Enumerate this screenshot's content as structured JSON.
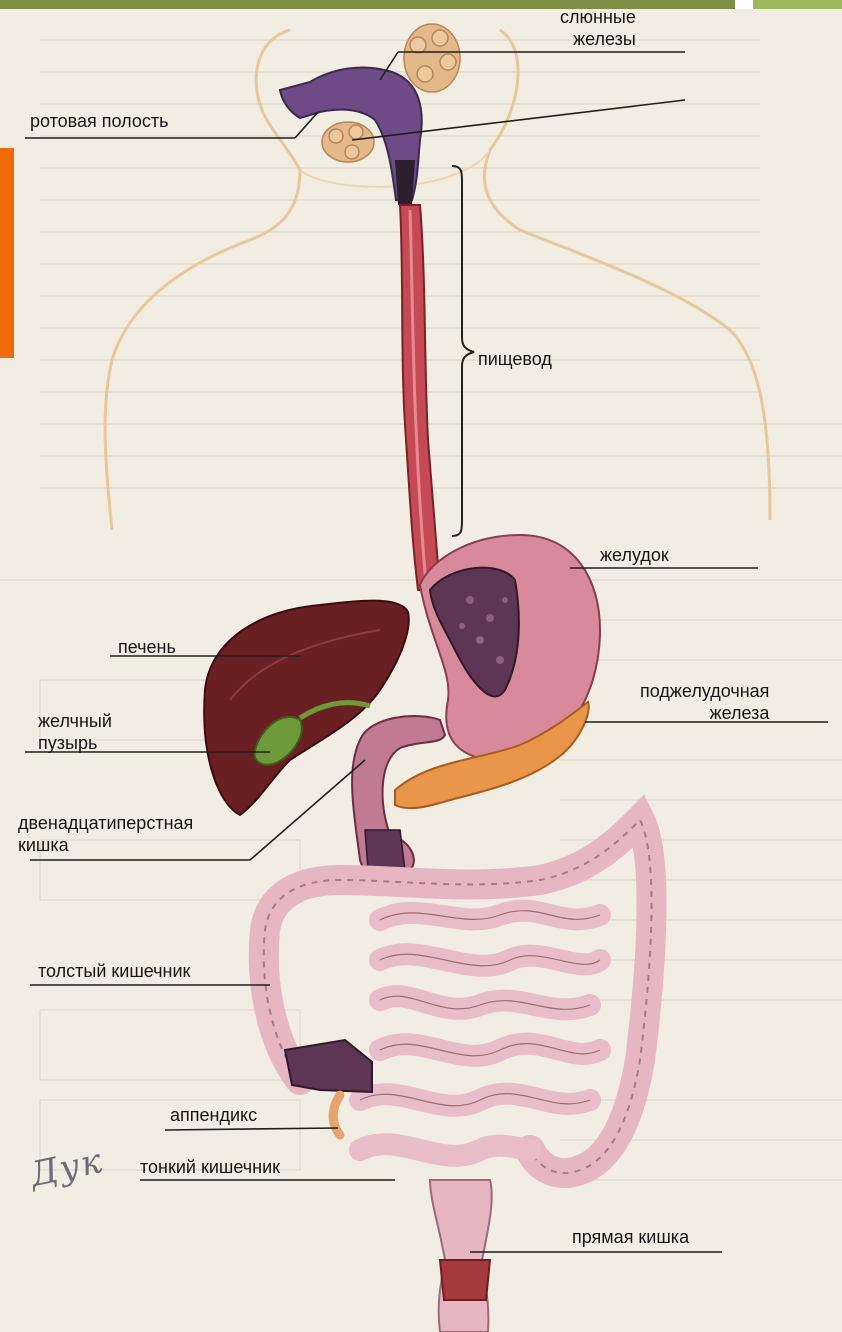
{
  "labels": {
    "salivary": "слюнные\nжелезы",
    "mouth": "ротовая полость",
    "esophagus": "пищевод",
    "stomach": "желудок",
    "liver": "печень",
    "pancreas": "поджелудочная\nжелеза",
    "gallbladder": "желчный\nпузырь",
    "duodenum": "двенадцатиперстная\nкишка",
    "colon": "толстый кишечник",
    "appendix": "аппендикс",
    "small_intestine": "тонкий кишечник",
    "rectum": "прямая кишка"
  },
  "colors": {
    "accent_bar": "#7d8f45",
    "accent_bar_light": "#9bb85a",
    "side_tab": "#f06a06",
    "body_outline": "#e9c79a",
    "mouth_purple": "#6e4a86",
    "esophagus_red": "#c54a55",
    "stomach_pink": "#d98a9a",
    "stomach_inner": "#5e3553",
    "liver": "#6a1f22",
    "gallbladder": "#6e9a3a",
    "pancreas": "#e9964a",
    "intestine": "#e6b7c3",
    "rectum": "#a8393e"
  },
  "icons": {
    "signature": "handwritten-signature"
  }
}
